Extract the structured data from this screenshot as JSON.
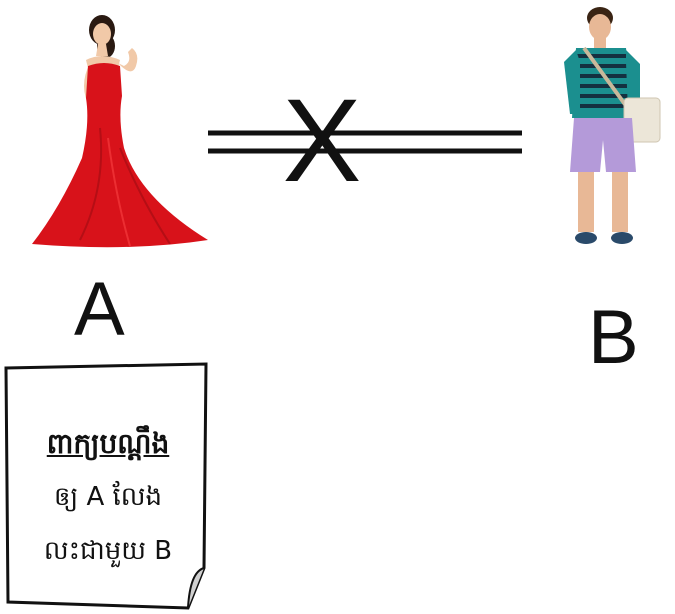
{
  "labels": {
    "a": "A",
    "b": "B"
  },
  "relation": {
    "symbol": "X",
    "meaning": "not-allowed"
  },
  "note": {
    "title": "ពាក្យបណ្ដឹង",
    "line1": "ឲ្យ A លែង",
    "line2": "លះជាមួយ B"
  },
  "colors": {
    "dress": "#d8121a",
    "shirt_stripe_a": "#1b8f8f",
    "shirt_stripe_b": "#143040",
    "shorts": "#b49ad9",
    "ink": "#111111"
  },
  "icons": {
    "woman": "woman-red-dress-icon",
    "man": "man-casual-icon",
    "note": "document-icon"
  }
}
